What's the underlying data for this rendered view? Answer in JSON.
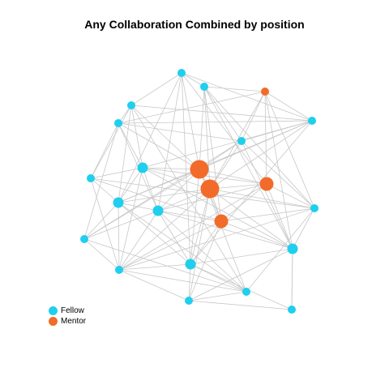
{
  "title": "Any Collaboration Combined by position",
  "legend": [
    {
      "label": "Fellow",
      "color": "#1fcfee"
    },
    {
      "label": "Mentor",
      "color": "#f26b2a"
    }
  ],
  "colors": {
    "fellow": "#1fcfee",
    "mentor": "#f26b2a",
    "edge": "#c8c8c8"
  },
  "nodes": [
    {
      "id": "f1",
      "role": "fellow",
      "size": 1
    },
    {
      "id": "f2",
      "role": "fellow",
      "size": 1
    },
    {
      "id": "m1",
      "role": "mentor",
      "size": 1
    },
    {
      "id": "f3",
      "role": "fellow",
      "size": 1
    },
    {
      "id": "f4",
      "role": "fellow",
      "size": 1
    },
    {
      "id": "f5",
      "role": "fellow",
      "size": 1
    },
    {
      "id": "f6",
      "role": "fellow",
      "size": 1
    },
    {
      "id": "f7",
      "role": "fellow",
      "size": 1
    },
    {
      "id": "f8",
      "role": "fellow",
      "size": 2
    },
    {
      "id": "m2",
      "role": "mentor",
      "size": 4
    },
    {
      "id": "m3",
      "role": "mentor",
      "size": 4
    },
    {
      "id": "m4",
      "role": "mentor",
      "size": 3
    },
    {
      "id": "f9",
      "role": "fellow",
      "size": 2
    },
    {
      "id": "f10",
      "role": "fellow",
      "size": 2
    },
    {
      "id": "m5",
      "role": "mentor",
      "size": 3
    },
    {
      "id": "f11",
      "role": "fellow",
      "size": 1
    },
    {
      "id": "f12",
      "role": "fellow",
      "size": 1
    },
    {
      "id": "f13",
      "role": "fellow",
      "size": 2
    },
    {
      "id": "f14",
      "role": "fellow",
      "size": 1
    },
    {
      "id": "f15",
      "role": "fellow",
      "size": 2
    },
    {
      "id": "f16",
      "role": "fellow",
      "size": 1
    },
    {
      "id": "f17",
      "role": "fellow",
      "size": 1
    },
    {
      "id": "f18",
      "role": "fellow",
      "size": 1
    }
  ],
  "edges": [
    [
      "f1",
      "f2"
    ],
    [
      "f1",
      "f3"
    ],
    [
      "f1",
      "m2"
    ],
    [
      "f1",
      "f9"
    ],
    [
      "f1",
      "f10"
    ],
    [
      "f1",
      "m4"
    ],
    [
      "f1",
      "f15"
    ],
    [
      "f2",
      "m1"
    ],
    [
      "f2",
      "m2"
    ],
    [
      "f2",
      "m3"
    ],
    [
      "f2",
      "f6"
    ],
    [
      "f2",
      "m5"
    ],
    [
      "f2",
      "f13"
    ],
    [
      "m1",
      "f5"
    ],
    [
      "m1",
      "m3"
    ],
    [
      "m1",
      "m4"
    ],
    [
      "m1",
      "f11"
    ],
    [
      "m1",
      "f13"
    ],
    [
      "m1",
      "f4"
    ],
    [
      "f3",
      "f4"
    ],
    [
      "f3",
      "f8"
    ],
    [
      "f3",
      "f9"
    ],
    [
      "f3",
      "m2"
    ],
    [
      "f3",
      "f7"
    ],
    [
      "f3",
      "f16"
    ],
    [
      "f4",
      "f8"
    ],
    [
      "f4",
      "f7"
    ],
    [
      "f4",
      "m2"
    ],
    [
      "f4",
      "f10"
    ],
    [
      "f4",
      "f12"
    ],
    [
      "f5",
      "m2"
    ],
    [
      "f5",
      "f8"
    ],
    [
      "f5",
      "m3"
    ],
    [
      "f5",
      "f15"
    ],
    [
      "f5",
      "f9"
    ],
    [
      "f6",
      "m2"
    ],
    [
      "f6",
      "m3"
    ],
    [
      "f6",
      "f11"
    ],
    [
      "f6",
      "f13"
    ],
    [
      "f6",
      "f12"
    ],
    [
      "f7",
      "f9"
    ],
    [
      "f7",
      "f8"
    ],
    [
      "f7",
      "m5"
    ],
    [
      "f7",
      "f11"
    ],
    [
      "f8",
      "m2"
    ],
    [
      "f8",
      "m3"
    ],
    [
      "f8",
      "m4"
    ],
    [
      "f8",
      "f9"
    ],
    [
      "f8",
      "f10"
    ],
    [
      "f8",
      "f13"
    ],
    [
      "f8",
      "f14"
    ],
    [
      "m2",
      "m3"
    ],
    [
      "m2",
      "m4"
    ],
    [
      "m2",
      "f9"
    ],
    [
      "m2",
      "f10"
    ],
    [
      "m2",
      "m5"
    ],
    [
      "m2",
      "f15"
    ],
    [
      "m2",
      "f16"
    ],
    [
      "m3",
      "m4"
    ],
    [
      "m3",
      "f9"
    ],
    [
      "m3",
      "f10"
    ],
    [
      "m3",
      "m5"
    ],
    [
      "m3",
      "f11"
    ],
    [
      "m3",
      "f13"
    ],
    [
      "m3",
      "f14"
    ],
    [
      "m3",
      "f15"
    ],
    [
      "m3",
      "f17"
    ],
    [
      "m4",
      "f10"
    ],
    [
      "m4",
      "m5"
    ],
    [
      "m4",
      "f11"
    ],
    [
      "m4",
      "f13"
    ],
    [
      "m4",
      "f14"
    ],
    [
      "f9",
      "f10"
    ],
    [
      "f9",
      "f12"
    ],
    [
      "f9",
      "f14"
    ],
    [
      "f9",
      "f15"
    ],
    [
      "f9",
      "f16"
    ],
    [
      "f10",
      "m5"
    ],
    [
      "f10",
      "f15"
    ],
    [
      "f10",
      "f16"
    ],
    [
      "f10",
      "f14"
    ],
    [
      "f10",
      "f13"
    ],
    [
      "m5",
      "f11"
    ],
    [
      "m5",
      "f13"
    ],
    [
      "m5",
      "f14"
    ],
    [
      "m5",
      "f15"
    ],
    [
      "m5",
      "f17"
    ],
    [
      "f11",
      "f13"
    ],
    [
      "f11",
      "f14"
    ],
    [
      "f11",
      "f16"
    ],
    [
      "f12",
      "f16"
    ],
    [
      "f12",
      "f14"
    ],
    [
      "f12",
      "m2"
    ],
    [
      "f13",
      "f17"
    ],
    [
      "f13",
      "f15"
    ],
    [
      "f13",
      "f18"
    ],
    [
      "f14",
      "f16"
    ],
    [
      "f14",
      "f17"
    ],
    [
      "f14",
      "f15"
    ],
    [
      "f15",
      "f17"
    ],
    [
      "f15",
      "f18"
    ],
    [
      "f15",
      "f16"
    ],
    [
      "f16",
      "f17"
    ],
    [
      "f17",
      "f18"
    ],
    [
      "f18",
      "f13"
    ],
    [
      "f5",
      "f4"
    ],
    [
      "f5",
      "f6"
    ],
    [
      "f3",
      "f5"
    ],
    [
      "f1",
      "f5"
    ],
    [
      "f2",
      "f11"
    ],
    [
      "m1",
      "f6"
    ],
    [
      "f6",
      "f4"
    ],
    [
      "f7",
      "f14"
    ],
    [
      "f12",
      "f10"
    ]
  ]
}
